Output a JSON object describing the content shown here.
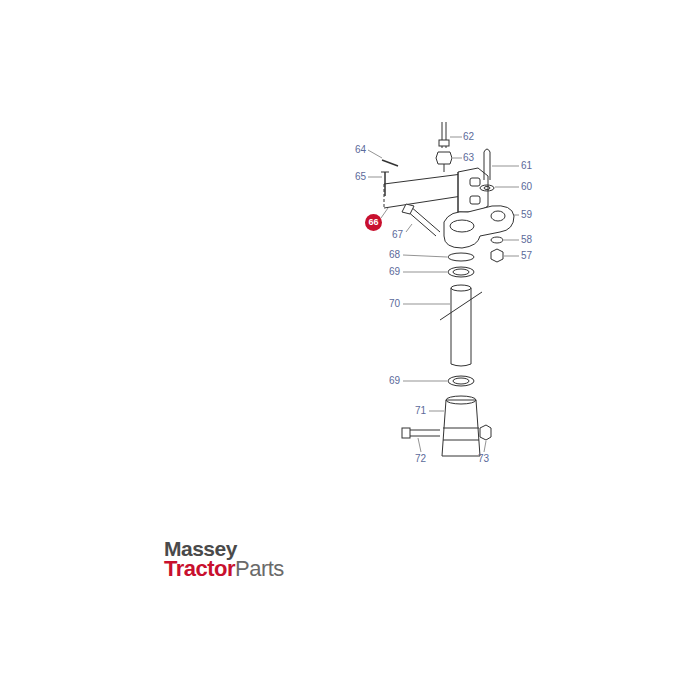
{
  "diagram": {
    "nodes": [
      {
        "text": [
          "66"
        ]
      }
    ],
    "labels": [
      "62",
      "64",
      "63",
      "61",
      "65",
      "60",
      "59",
      "67",
      "58",
      "68",
      "57",
      "69",
      "70",
      "69",
      "71",
      "72",
      "73",
      "Massey",
      "Tractor",
      "Parts"
    ]
  }
}
